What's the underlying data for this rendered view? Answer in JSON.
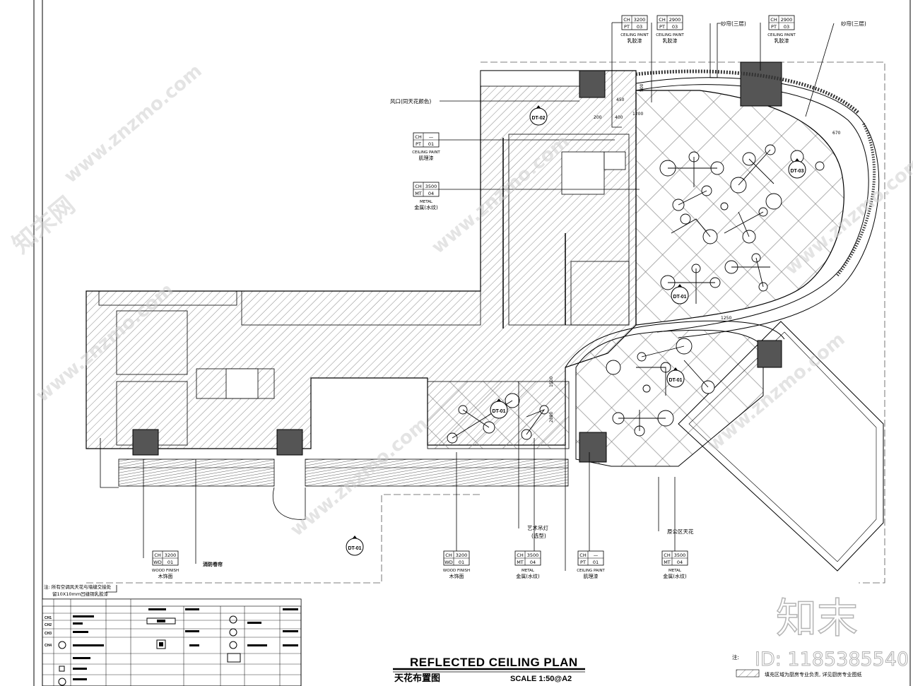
{
  "drawing": {
    "title_en": "REFLECTED CEILING PLAN",
    "title_cn": "天花布置图",
    "scale": "SCALE  1:50@A2"
  },
  "top_tags": [
    {
      "ch": "CH",
      "h": "3200",
      "pt": "PT",
      "code": "03",
      "name": "CEILING PAINT",
      "cn": "乳胶漆"
    },
    {
      "ch": "CH",
      "h": "2900",
      "pt": "PT",
      "code": "03",
      "name": "CEILING PAINT",
      "cn": "乳胶漆"
    },
    {
      "ch": "CH",
      "h": "2900",
      "pt": "PT",
      "code": "03",
      "name": "CEILING PAINT",
      "cn": "乳胶漆"
    }
  ],
  "side_tags": [
    {
      "ch": "CH",
      "h": "—",
      "pt": "PT",
      "code": "01",
      "name": "CEILING PAINT",
      "cn": "肌理漆"
    },
    {
      "ch": "CH",
      "h": "3500",
      "pt": "MT",
      "code": "04",
      "name": "METAL",
      "cn": "金属(水纹)"
    }
  ],
  "bottom_tags": [
    {
      "ch": "CH",
      "h": "3200",
      "pt": "WD",
      "code": "01",
      "name": "WOOD FINISH",
      "cn": "木饰面"
    },
    {
      "ch": "CH",
      "h": "3200",
      "pt": "WD",
      "code": "01",
      "name": "WOOD FINISH",
      "cn": "木饰面"
    },
    {
      "ch": "CH",
      "h": "3500",
      "pt": "MT",
      "code": "04",
      "name": "METAL",
      "cn": "金属(水纹)"
    },
    {
      "ch": "CH",
      "h": "—",
      "pt": "PT",
      "code": "01",
      "name": "CEILING PAINT",
      "cn": "肌理漆"
    },
    {
      "ch": "CH",
      "h": "3500",
      "pt": "MT",
      "code": "04",
      "name": "METAL",
      "cn": "金属(水纹)"
    }
  ],
  "notes": {
    "curtain_1": "纱帘(三层)",
    "curtain_2": "纱帘(三层)",
    "air_vent": "风口(同天花颜色)",
    "fire_curtain": "消防卷帘",
    "art_lamp": "艺术吊灯",
    "art_lamp_sub": "(选型)",
    "office_ceiling": "原公区天花",
    "footnote_1": "注:  所有空调风天花与墙缝交接处",
    "footnote_2": "留10X10mm凹缝铜乳胶漆",
    "legend_note": "注:",
    "legend_text": "填充区域为厨房专业负责, 详见厨房专业图纸"
  },
  "detail_tags": [
    "DT-02",
    "DT-03",
    "DT-01",
    "DT-01",
    "DT-01",
    "DT-01"
  ],
  "dims": [
    "500",
    "450",
    "200",
    "400",
    "1200",
    "670",
    "1250",
    "1500",
    "2880"
  ],
  "watermark": {
    "site": "www.znzmo.com",
    "brand_cn": "知末网",
    "logo": "知末",
    "id": "ID: 1185385540"
  },
  "legend_rows": [
    "CH1",
    "CH2",
    "CH3",
    "CH4"
  ]
}
